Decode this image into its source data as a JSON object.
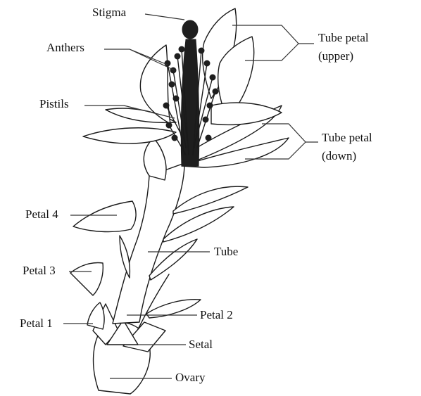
{
  "labels": {
    "stigma": "Stigma",
    "anthers": "Anthers",
    "pistils": "Pistils",
    "tube_petal_upper_line1": "Tube petal",
    "tube_petal_upper_line2": "(upper)",
    "tube_petal_down_line1": "Tube petal",
    "tube_petal_down_line2": "(down)",
    "petal4": "Petal 4",
    "petal3": "Petal 3",
    "petal1": "Petal 1",
    "tube": "Tube",
    "petal2": "Petal 2",
    "setal": "Setal",
    "ovary": "Ovary"
  },
  "colors": {
    "line": "#1a1a1a",
    "stigma": "#1e1e1e",
    "background": "#ffffff"
  }
}
